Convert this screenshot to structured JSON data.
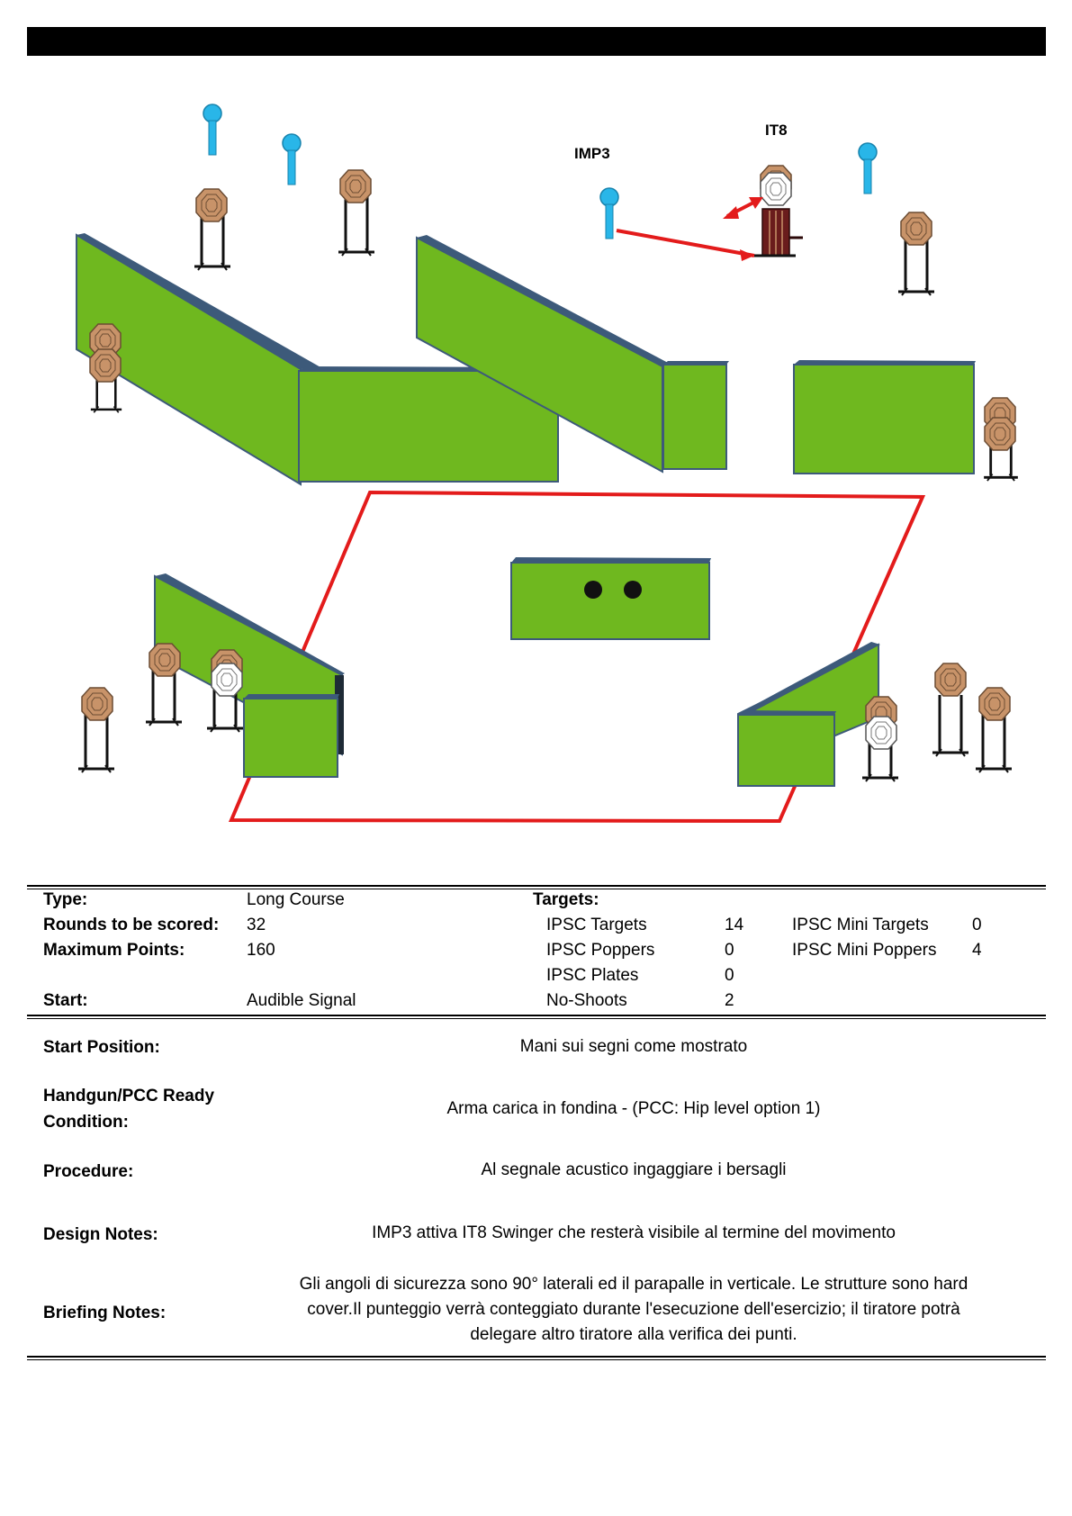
{
  "diagram": {
    "labels": {
      "imp3": "IMP3",
      "it8": "IT8"
    },
    "colors": {
      "wall": "#6fb81f",
      "wall_top": "#3d5a7a",
      "target": "#c89369",
      "popper": "#29b6e8",
      "fault_line": "#e31b1b"
    }
  },
  "info": {
    "type_label": "Type:",
    "type_value": "Long Course",
    "rounds_label": "Rounds to be scored:",
    "rounds_value": "32",
    "points_label": "Maximum Points:",
    "points_value": "160",
    "start_label": "Start:",
    "start_value": "Audible Signal",
    "targets_label": "Targets:",
    "targets": [
      {
        "label": "IPSC Targets",
        "value": "14"
      },
      {
        "label": "IPSC Poppers",
        "value": "0"
      },
      {
        "label": "IPSC Plates",
        "value": "0"
      },
      {
        "label": "No-Shoots",
        "value": "2"
      }
    ],
    "mini_targets": [
      {
        "label": "IPSC Mini Targets",
        "value": "0"
      },
      {
        "label": "IPSC Mini Poppers",
        "value": "4"
      }
    ]
  },
  "details": {
    "start_position_label": "Start Position:",
    "start_position_value": "Mani sui segni come mostrato",
    "ready_label_1": "Handgun/PCC Ready",
    "ready_label_2": "Condition:",
    "ready_value": "Arma carica in fondina - (PCC: Hip level option 1)",
    "procedure_label": "Procedure:",
    "procedure_value": "Al segnale acustico ingaggiare i bersagli",
    "design_label": "Design Notes:",
    "design_value": "IMP3 attiva IT8 Swinger che resterà visibile al termine del movimento",
    "briefing_label": "Briefing Notes:",
    "briefing_lines": [
      "Gli angoli di sicurezza sono 90° laterali ed il parapalle in verticale. Le strutture sono hard",
      "cover.Il punteggio verrà conteggiato durante l'esecuzione dell'esercizio; il tiratore potrà",
      "delegare altro tiratore alla verifica  dei punti."
    ]
  }
}
